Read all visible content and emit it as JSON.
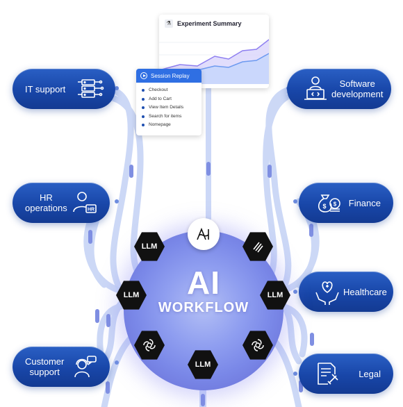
{
  "center": {
    "title": "AI",
    "subtitle": "WORKFLOW",
    "badges": {
      "top": "anthropic-logo-icon",
      "llm_label": "LLM",
      "icons": [
        "intercom-icon",
        "openai-icon"
      ]
    }
  },
  "left_pills": {
    "it_support": {
      "label": "IT support",
      "icon": "server-cog-icon"
    },
    "hr_operations": {
      "label": "HR\noperations",
      "icon": "hr-person-icon"
    },
    "customer_support": {
      "label": "Customer\nsupport",
      "icon": "support-agent-icon"
    }
  },
  "right_pills": {
    "software_development": {
      "label": "Software\ndevelopment",
      "icon": "developer-laptop-icon"
    },
    "finance": {
      "label": "Finance",
      "icon": "money-bag-icon"
    },
    "healthcare": {
      "label": "Healthcare",
      "icon": "heart-hands-icon"
    },
    "legal": {
      "label": "Legal",
      "icon": "legal-document-icon"
    }
  },
  "experiment_card": {
    "title": "Experiment Summary",
    "icon": "flask-icon"
  },
  "session_replay": {
    "title": "Session Replay",
    "items": [
      "Checkout",
      "Add to Cart",
      "View Item Details",
      "Search for items",
      "Nomepage"
    ]
  },
  "colors": {
    "pill": "#1846a8",
    "replay_header": "#2f6fe3",
    "orb": "#8f9ef0",
    "tube": "#c9d6f5",
    "tube_segment": "#7e8fe0"
  }
}
